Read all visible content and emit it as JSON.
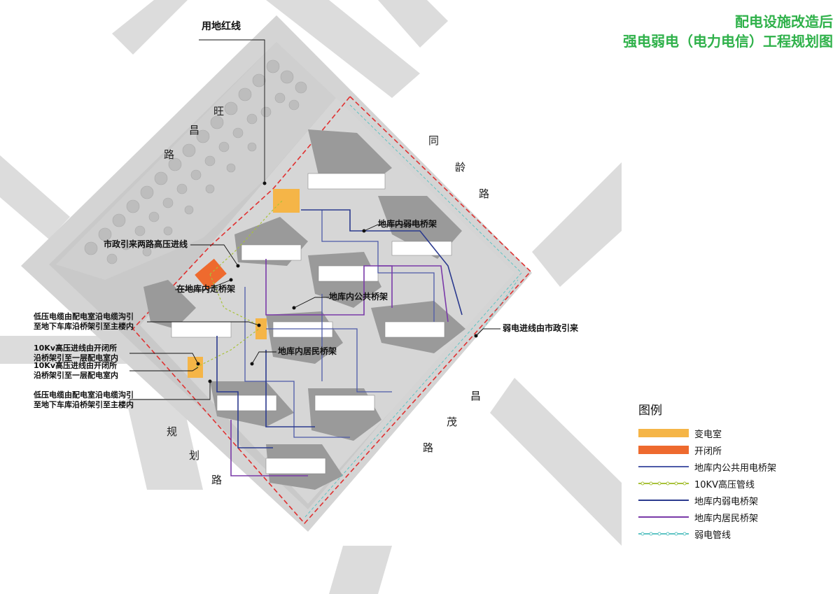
{
  "title": {
    "line1": "配电设施改造后",
    "line2": "强电弱电（电力电信）工程规划图"
  },
  "roads": {
    "wangchang": [
      "旺",
      "昌",
      "路"
    ],
    "tongling": [
      "同",
      "龄",
      "路"
    ],
    "changmao": [
      "昌",
      "茂",
      "路"
    ],
    "guihua": [
      "规",
      "划",
      "路"
    ]
  },
  "callouts": {
    "redline": "用地红线",
    "municipal_hv": "市政引来两路高压进线",
    "basement_tray": "在地库内走桥架",
    "public_tray": "地库内公共桥架",
    "weak_tray": "地库内弱电桥架",
    "resident_tray": "地库内居民桥架",
    "weak_intro": "弱电进线由市政引来",
    "lv_cable_1": [
      "低压电缆由配电室沿电缆沟引",
      "至地下车库沿桥架引至主楼内"
    ],
    "hv_in_1": [
      "10Kv高压进线由开闭所",
      "沿桥架引至一层配电室内"
    ],
    "hv_in_2": [
      "10Kv高压进线由开闭所",
      "沿桥架引至一层配电室内"
    ],
    "lv_cable_2": [
      "低压电缆由配电室沿电缆沟引",
      "至地下车库沿桥架引至主楼内"
    ]
  },
  "legend": {
    "title": "图例",
    "items": [
      {
        "label": "变电室",
        "kind": "box",
        "color": "#f5b547"
      },
      {
        "label": "开闭所",
        "kind": "box",
        "color": "#ee6a2e"
      },
      {
        "label": "地库内公共用电桥架",
        "kind": "line",
        "color": "#4d5aa8"
      },
      {
        "label": "10KV高压管线",
        "kind": "dotline",
        "color": "#a8c23a"
      },
      {
        "label": "地库内弱电桥架",
        "kind": "line",
        "color": "#2b3a8e"
      },
      {
        "label": "地库内居民桥架",
        "kind": "line",
        "color": "#7a3aa8"
      },
      {
        "label": "弱电管线",
        "kind": "dotline",
        "color": "#5fc4c4"
      }
    ]
  },
  "colors": {
    "site_redline": "#e03030",
    "substation": "#f5b547",
    "switching_station": "#ee6a2e",
    "title_green": "#2fb14a"
  }
}
